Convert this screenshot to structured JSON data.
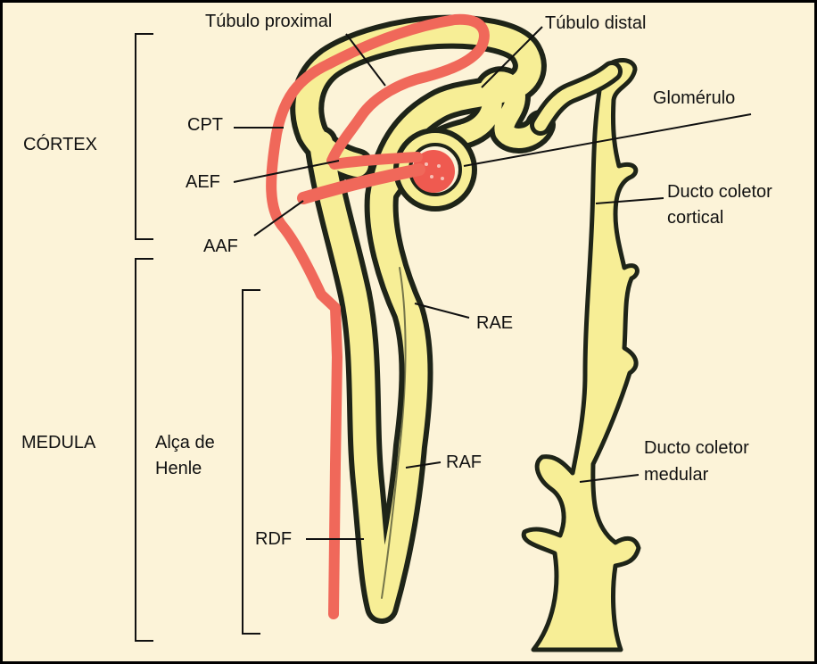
{
  "colors": {
    "background": "#fcf3d8",
    "tubule_fill": "#f7ee96",
    "outline": "#1e2418",
    "vessel": "#f0685a",
    "glomerulus": "#ef5a50"
  },
  "labels": {
    "cortex": "CÓRTEX",
    "medula": "MEDULA",
    "alca_de_henle_line1": "Alça de",
    "alca_de_henle_line2": "Henle",
    "tubulo_proximal": "Túbulo proximal",
    "tubulo_distal": "Túbulo distal",
    "glomerulo": "Glomérulo",
    "cpt": "CPT",
    "aef": "AEF",
    "aaf": "AAF",
    "rae": "RAE",
    "raf": "RAF",
    "rdf": "RDF",
    "ducto_coletor_cortical_line1": "Ducto coletor",
    "ducto_coletor_cortical_line2": "cortical",
    "ducto_coletor_medular_line1": "Ducto coletor",
    "ducto_coletor_medular_line2": "medular"
  }
}
